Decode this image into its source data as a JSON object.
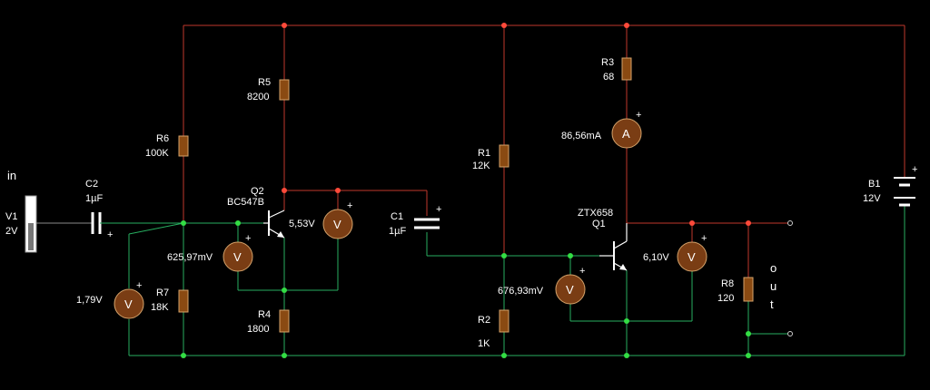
{
  "colors": {
    "background": "#000000",
    "wire_supply": "#c0392b",
    "wire_ground": "#27ae60",
    "wire_signal": "#8a8a8a",
    "node_red": "#ff4a3a",
    "node_green": "#33dd44",
    "meter_fill": "#7a3d14",
    "resistor_fill": "#8a4a12",
    "text": "#ffffff"
  },
  "labels": {
    "in": "in",
    "out_o": "o",
    "out_u": "u",
    "out_t": "t",
    "v1_name": "V1",
    "v1_value": "2V",
    "c2_name": "C2",
    "c2_value": "1µF",
    "r6_name": "R6",
    "r6_value": "100K",
    "r7_name": "R7",
    "r7_value": "18K",
    "r5_name": "R5",
    "r5_value": "8200",
    "r4_name": "R4",
    "r4_value": "1800",
    "q2_name": "Q2",
    "q2_model": "BC547B",
    "c1_name": "C1",
    "c1_value": "1µF",
    "r1_name": "R1",
    "r1_value": "12K",
    "r2_name": "R2",
    "r2_value": "1K",
    "r3_name": "R3",
    "r3_value": "68",
    "q1_model": "ZTX658",
    "q1_name": "Q1",
    "r8_name": "R8",
    "r8_value": "120",
    "b1_name": "B1",
    "b1_value": "12V",
    "meter_v": "V",
    "meter_a": "A",
    "plus": "+"
  },
  "readings": {
    "vm_input": "1,79V",
    "vm_q2_base": "625,97mV",
    "vm_q2_ce": "5,53V",
    "am_q1_collector": "86,56mA",
    "vm_q1_base": "676,93mV",
    "vm_q1_ce": "6,10V"
  }
}
